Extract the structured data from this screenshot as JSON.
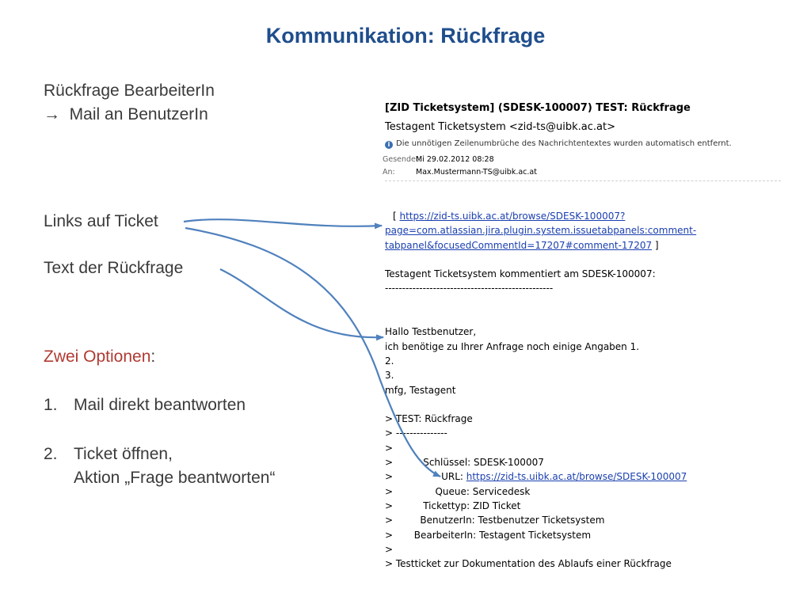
{
  "title": "Kommunikation: Rückfrage",
  "left": {
    "line1": "Rückfrage BearbeiterIn",
    "line2_arrow": "→",
    "line2": "Mail an BenutzerIn",
    "links_label": "Links auf Ticket",
    "text_label": "Text der Rückfrage",
    "options_red": "Zwei Optionen",
    "options_colon": ":",
    "opt1_num": "1.",
    "opt1": "Mail direkt beantworten",
    "opt2_num": "2.",
    "opt2_a": "Ticket öffnen,",
    "opt2_b": "Aktion „Frage beantworten“"
  },
  "mail": {
    "subject": "[ZID Ticketsystem] (SDESK-100007) TEST: Rückfrage",
    "from": "Testagent Ticketsystem <zid-ts@uibk.ac.at>",
    "info_glyph": "i",
    "note": "Die unnötigen Zeilenumbrüche des Nachrichtentextes wurden automatisch entfernt.",
    "sent_label": "Gesendet:",
    "sent_value": "Mi 29.02.2012 08:28",
    "to_label": "An:",
    "to_value": "Max.Mustermann-TS@uibk.ac.at",
    "link_open": "[ ",
    "link1_a": "https://zid-ts.uibk.ac.at/browse/SDESK-100007?",
    "link1_b": "page=com.atlassian.jira.plugin.system.issuetabpanels:comment-",
    "link1_c": "tabpanel&focusedCommentId=17207#comment-17207",
    "link_close": " ]",
    "commented": "Testagent Ticketsystem kommentiert am SDESK-100007:",
    "dashes": "-------------------------------------------------",
    "greeting": "Hallo Testbenutzer,",
    "body1": "ich benötige zu Ihrer Anfrage noch einige Angaben 1.",
    "body2": "2.",
    "body3": "3.",
    "sign": "mfg, Testagent",
    "q_subject": "> TEST: Rückfrage",
    "q_dashes": "> ---------------",
    "q_empty": ">",
    "q_key": ">          Schlüssel: SDESK-100007",
    "q_url_prefix": ">                URL: ",
    "q_url": "https://zid-ts.uibk.ac.at/browse/SDESK-100007",
    "q_queue": ">              Queue: Servicedesk",
    "q_type": ">          Tickettyp: ZID Ticket",
    "q_user": ">         BenutzerIn: Testbenutzer Ticketsystem",
    "q_agent": ">       BearbeiterIn: Testagent Ticketsystem",
    "q_empty2": ">",
    "q_last": "> Testticket zur Dokumentation des Ablaufs einer Rückfrage"
  },
  "colors": {
    "title": "#1f4e8c",
    "options": "#b03a32",
    "arrow": "#4f81bd",
    "link": "#1a3fb0"
  }
}
